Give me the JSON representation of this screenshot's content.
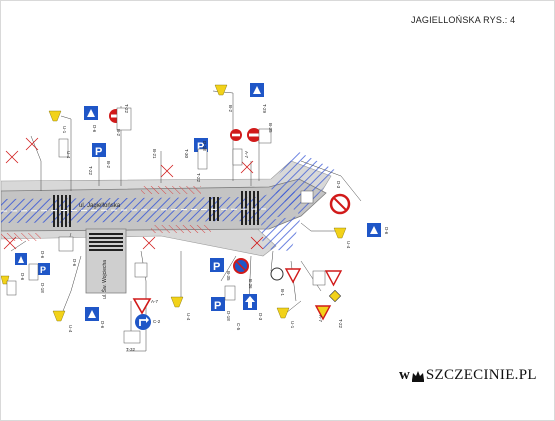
{
  "title": "JAGIELLOŃSKA RYS.: 4",
  "streets": {
    "main": "ul. Jagiellońska",
    "cross": "ul. Św. Wojciecha"
  },
  "sign_codes": [
    "T-22",
    "U-1",
    "D-6",
    "B-2",
    "D-18",
    "T-22",
    "T-29",
    "B-2",
    "B-35",
    "A-7",
    "D-3",
    "B-21",
    "T-30",
    "T-22",
    "U-4",
    "B-2",
    "D-6",
    "D-6",
    "U-4",
    "D-18",
    "B-35",
    "C-2",
    "A-7",
    "C-5",
    "U-4",
    "D-3",
    "D-6",
    "A-7",
    "D-6",
    "U-1",
    "D-18",
    "B-1",
    "B-36",
    "T-32",
    "T-22",
    "D-6",
    "U-4"
  ],
  "logo": {
    "prefix": "w",
    "name": "SZCZECINIE.PL"
  },
  "colors": {
    "sign_blue": "#1f56c7",
    "sign_red": "#d11a1a",
    "sign_yellow": "#f2d21a",
    "road_gray": "#c9c9c9",
    "marking_blue": "#3a59d6",
    "hatch_red": "#d94a4a"
  }
}
